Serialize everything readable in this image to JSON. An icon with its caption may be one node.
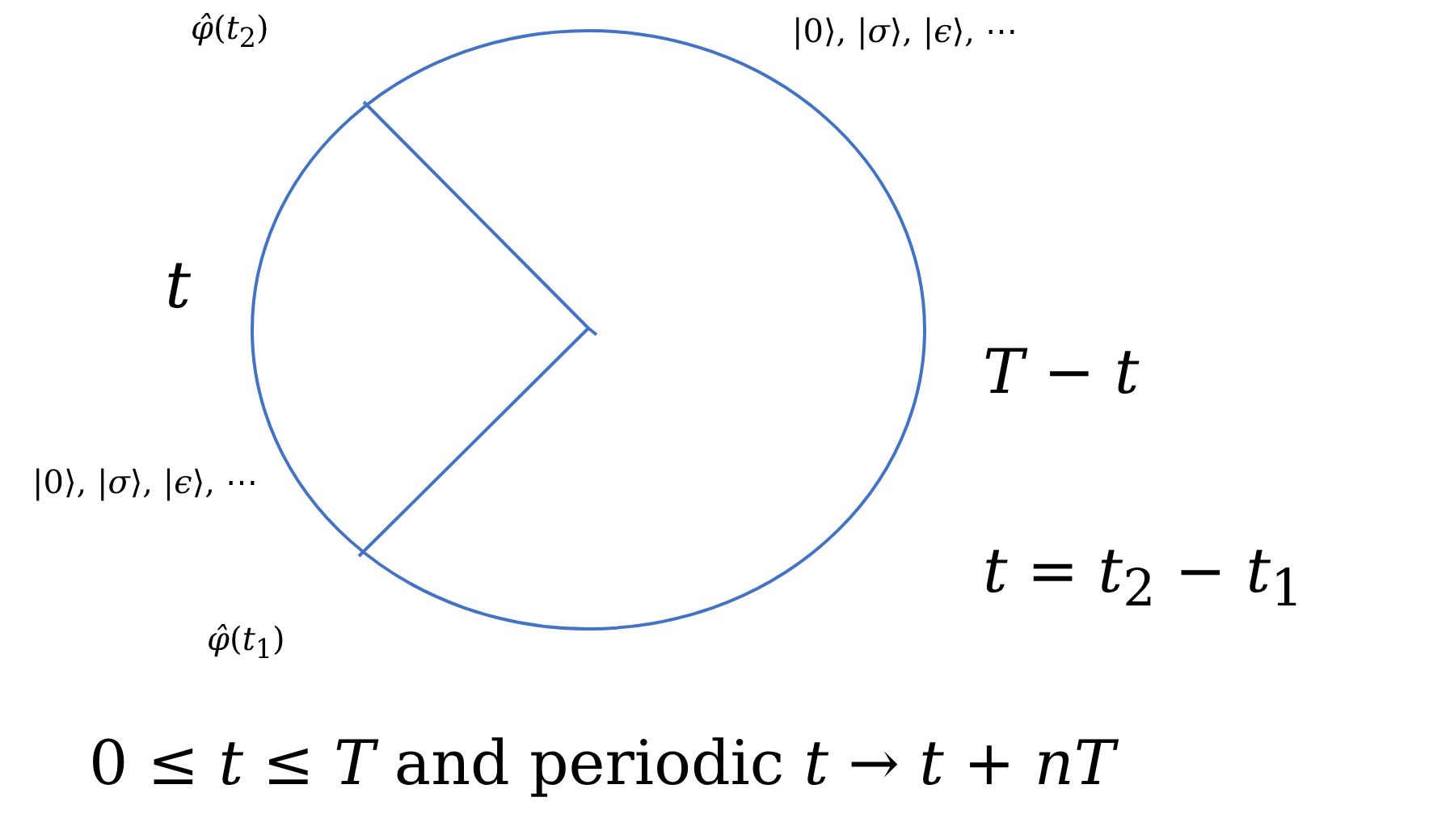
{
  "diagram": {
    "nodes": [
      {
        "text": [],
        "shape": "circle"
      }
    ],
    "labels": [
      "*φ̂*(*t*$_{2}$)",
      "|0⟩, |*σ*⟩, |*ϵ*⟩, ⋯",
      "*t*",
      "*T* − *t*",
      "|0⟩, |*σ*⟩, |*ϵ*⟩, ⋯",
      "*t* = *t*$_{2}$ − *t*$_{1}$",
      "*φ̂*(*t*$_{1}$)",
      "0 ≤ *t* ≤ *T* and periodic *t* → *t* + *nT*"
    ]
  }
}
